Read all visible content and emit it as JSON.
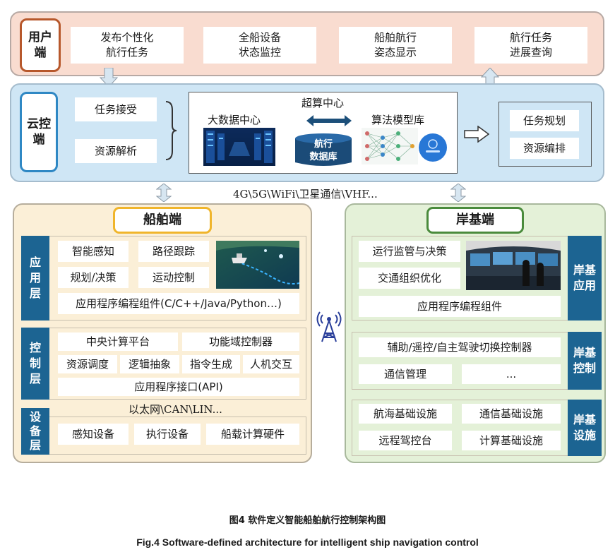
{
  "user": {
    "label": "用户\n端",
    "items": [
      "发布个性化\n航行任务",
      "全船设备\n状态监控",
      "船舶航行\n姿态显示",
      "航行任务\n进展查询"
    ]
  },
  "cloud": {
    "label": "云控\n端",
    "left_items": [
      "任务接受",
      "资源解析"
    ],
    "supercomputing": "超算中心",
    "big_data": "大数据中心",
    "db": "航行\n数据库",
    "algo": "算法模型库",
    "right_items": [
      "任务规划",
      "资源编排"
    ]
  },
  "comm": "4G\\5G\\WiFi\\卫星通信\\VHF...",
  "ship": {
    "title": "船舶端",
    "app": {
      "label": "应\n用\n层",
      "items": [
        "智能感知",
        "路径跟踪",
        "规划/决策",
        "运动控制"
      ],
      "component": "应用程序编程组件(C/C++/Java/Python…)"
    },
    "control": {
      "label": "控\n制\n层",
      "row1": [
        "中央计算平台",
        "功能域控制器"
      ],
      "row2": [
        "资源调度",
        "逻辑抽象",
        "指令生成",
        "人机交互"
      ],
      "api": "应用程序接口(API)"
    },
    "bus": "以太网\\CAN\\LIN...",
    "device": {
      "label": "设\n备\n层",
      "items": [
        "感知设备",
        "执行设备",
        "船载计算硬件"
      ]
    }
  },
  "shore": {
    "title": "岸基端",
    "app": {
      "items": [
        "运行监管与决策",
        "交通组织优化"
      ],
      "component": "应用程序编程组件",
      "label": "岸基\n应用"
    },
    "control": {
      "items": [
        "辅助/遥控/自主驾驶切换控制器",
        "通信管理",
        "..."
      ],
      "label": "岸基\n控制"
    },
    "infra": {
      "items": [
        "航海基础设施",
        "通信基础设施",
        "远程驾控台",
        "计算基础设施"
      ],
      "label": "岸基\n设施"
    }
  },
  "caption_cn": "图4 软件定义智能船舶航行控制架构图",
  "caption_en": "Fig.4 Software-defined architecture for intelligent ship navigation control",
  "colors": {
    "user_bg": "#f9dcd0",
    "cloud_bg": "#cfe6f5",
    "ship_bg": "#fbefd7",
    "shore_bg": "#e4f1d8",
    "dark_blue": "#1c6492"
  }
}
